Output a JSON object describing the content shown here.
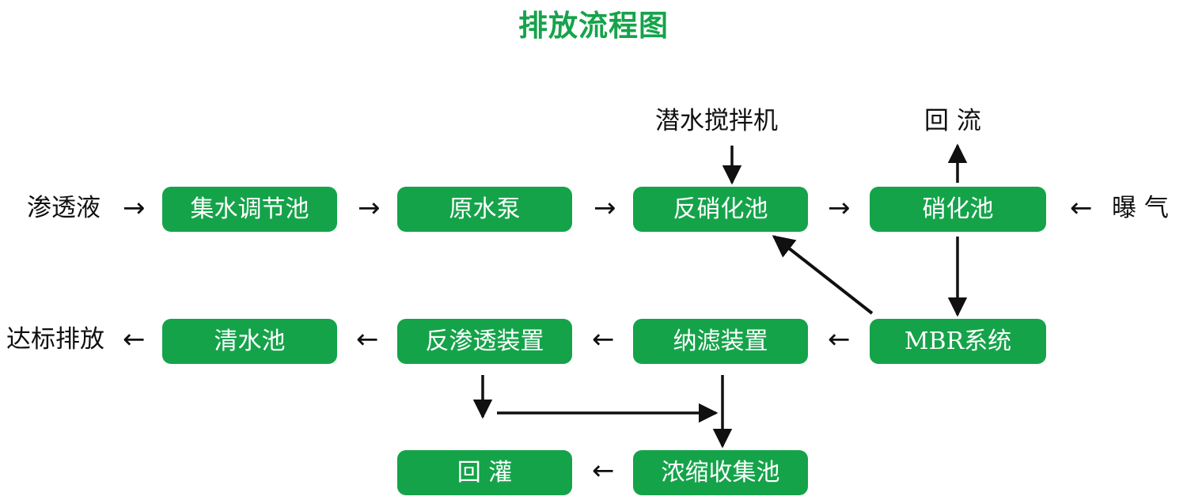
{
  "diagram": {
    "title": "排放流程图",
    "accent_color": "#15a34a",
    "text_color": "#101010",
    "background": "#ffffff"
  },
  "labels": {
    "inflow": "渗透液",
    "mixer": "潜水搅拌机",
    "return_flow": "回 流",
    "aeration": "曝 气",
    "discharge": "达标排放"
  },
  "arrows": {
    "right": "→",
    "left": "←"
  },
  "nodes": {
    "row1": [
      {
        "id": "collection-tank",
        "label": "集水调节池"
      },
      {
        "id": "raw-water-pump",
        "label": "原水泵"
      },
      {
        "id": "denitrification-tank",
        "label": "反硝化池"
      },
      {
        "id": "nitrification-tank",
        "label": "硝化池"
      }
    ],
    "row2": [
      {
        "id": "clean-water-tank",
        "label": "清水池"
      },
      {
        "id": "reverse-osmosis-unit",
        "label": "反渗透装置"
      },
      {
        "id": "nanofiltration-unit",
        "label": "纳滤装置"
      },
      {
        "id": "mbr-system",
        "label": "MBR系统"
      }
    ],
    "row3": [
      {
        "id": "backfill",
        "label": "回 灌"
      },
      {
        "id": "concentrate-collection-tank",
        "label": "浓缩收集池"
      }
    ]
  },
  "chart_data": {
    "type": "diagram",
    "title": "排放流程图",
    "flow": [
      {
        "from": "渗透液",
        "to": "集水调节池"
      },
      {
        "from": "集水调节池",
        "to": "原水泵"
      },
      {
        "from": "原水泵",
        "to": "反硝化池"
      },
      {
        "from": "潜水搅拌机",
        "to": "反硝化池"
      },
      {
        "from": "反硝化池",
        "to": "硝化池"
      },
      {
        "from": "曝 气",
        "to": "硝化池"
      },
      {
        "from": "硝化池",
        "to": "回 流"
      },
      {
        "from": "硝化池",
        "to": "MBR系统"
      },
      {
        "from": "MBR系统",
        "to": "反硝化池"
      },
      {
        "from": "MBR系统",
        "to": "纳滤装置"
      },
      {
        "from": "纳滤装置",
        "to": "反渗透装置"
      },
      {
        "from": "纳滤装置",
        "to": "浓缩收集池"
      },
      {
        "from": "反渗透装置",
        "to": "清水池"
      },
      {
        "from": "反渗透装置",
        "to": "浓缩收集池"
      },
      {
        "from": "清水池",
        "to": "达标排放"
      },
      {
        "from": "浓缩收集池",
        "to": "回 灌"
      }
    ]
  }
}
